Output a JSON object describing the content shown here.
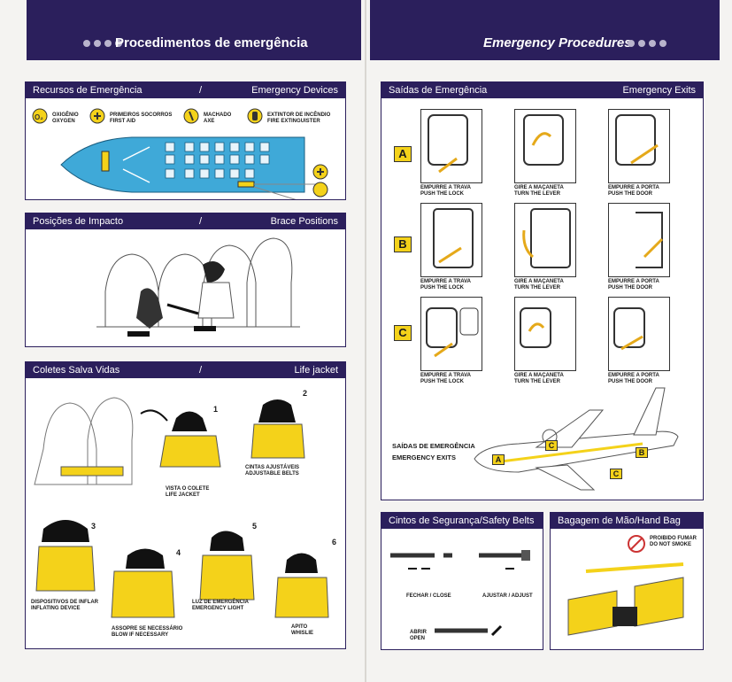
{
  "header_left": {
    "title": "Procedimentos de emergência"
  },
  "header_right": {
    "title": "Emergency Procedures"
  },
  "devices": {
    "title_pt": "Recursos de Emergência",
    "title_en": "Emergency Devices",
    "legend": [
      {
        "pt": "OXIGÊNIO",
        "en": "OXYGEN",
        "icon": "O2"
      },
      {
        "pt": "PRIMEIROS SOCORROS",
        "en": "FIRST AID",
        "icon": "+"
      },
      {
        "pt": "MACHADO",
        "en": "AXE",
        "icon": "axe"
      },
      {
        "pt": "EXTINTOR DE INCÊNDIO",
        "en": "FIRE EXTINGUISTER",
        "icon": "extinguisher"
      }
    ]
  },
  "brace": {
    "title_pt": "Posições de Impacto",
    "title_en": "Brace Positions"
  },
  "lifejacket": {
    "title_pt": "Coletes Salva Vidas",
    "title_en": "Life jacket",
    "steps": [
      {
        "num": "1",
        "pt": "VISTA O COLETE",
        "en": "LIFE JACKET"
      },
      {
        "num": "2",
        "pt": "CINTAS AJUSTÁVEIS",
        "en": "ADJUSTABLE BELTS"
      },
      {
        "num": "3",
        "pt": "DISPOSITIVOS DE INFLAR",
        "en": "INFLATING DEVICE"
      },
      {
        "num": "4",
        "pt": "ASSOPRE SE NECESSÁRIO",
        "en": "BLOW IF NECESSARY"
      },
      {
        "num": "5",
        "pt": "LUZ DE EMERGÊNCIA",
        "en": "EMERGENCY LIGHT"
      },
      {
        "num": "6",
        "pt": "APITO",
        "en": "WHISLIE"
      }
    ]
  },
  "exits": {
    "title_pt": "Saídas de Emergência",
    "title_en": "Emergency Exits",
    "rows": [
      "A",
      "B",
      "C"
    ],
    "row_captions": [
      [
        {
          "pt": "EMPURRE A TRAVA",
          "en": "PUSH THE LOCK"
        },
        {
          "pt": "GIRE A MAÇANETA",
          "en": "TURN THE LEVER"
        },
        {
          "pt": "EMPURRE A PORTA",
          "en": "PUSH THE DOOR"
        }
      ],
      [
        {
          "pt": "EMPURRE A TRAVA",
          "en": "PUSH THE LOCK"
        },
        {
          "pt": "GIRE A MAÇANETA",
          "en": "TURN THE LEVER"
        },
        {
          "pt": "EMPURRE A PORTA",
          "en": "PUSH THE DOOR"
        }
      ],
      [
        {
          "pt": "EMPURRE A TRAVA",
          "en": "PUSH THE LOCK"
        },
        {
          "pt": "GIRE A MAÇANETA",
          "en": "TURN THE LEVER"
        },
        {
          "pt": "EMPURRE A PORTA",
          "en": "PUSH THE DOOR"
        }
      ]
    ],
    "plane_label_pt": "SAÍDAS DE EMERGÊNCIA",
    "plane_label_en": "EMERGENCY EXITS",
    "plane_tags": [
      "A",
      "C",
      "B",
      "C"
    ]
  },
  "belts": {
    "title": "Cintos de Segurança/Safety Belts",
    "close": "FECHAR / CLOSE",
    "adjust": "AJUSTAR / ADJUST",
    "open_pt": "ABRIR",
    "open_en": "OPEN"
  },
  "handbag": {
    "title": "Bagagem de Mão/Hand Bag",
    "nosmoke_pt": "PROIBIDO FUMAR",
    "nosmoke_en": "DO NOT SMOKE"
  },
  "colors": {
    "navy": "#2b1f5c",
    "yellow": "#f4d21a",
    "cabin_blue": "#3fa9d8"
  }
}
